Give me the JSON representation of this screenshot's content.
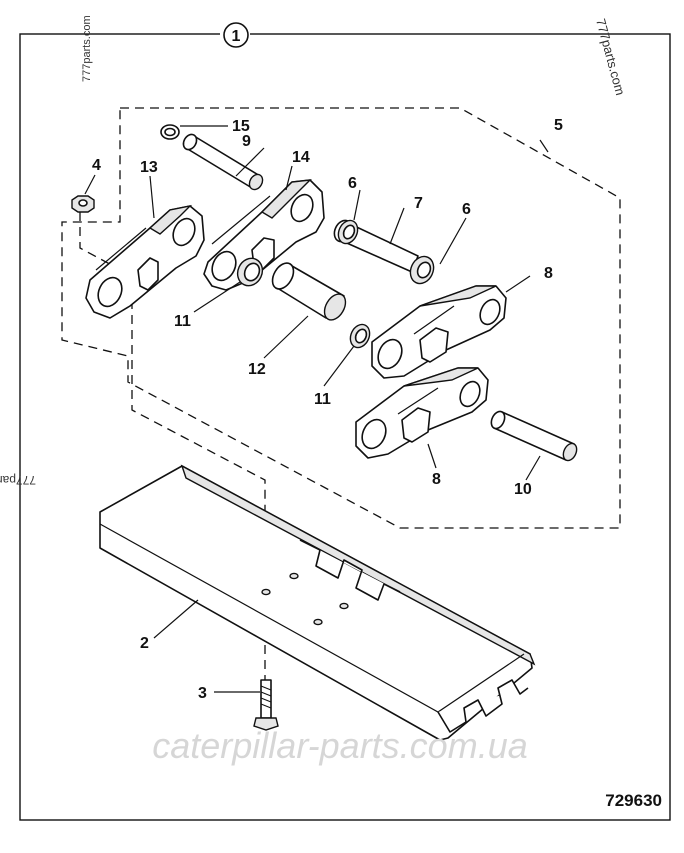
{
  "diagram": {
    "group_number": "1",
    "reference_number": "729630",
    "watermarks": {
      "top_left": "777parts.com",
      "top_right": "777parts.com",
      "left_edge": "777par",
      "bottom": "caterpillar-parts.com.ua"
    },
    "callouts": {
      "c2": "2",
      "c3": "3",
      "c4": "4",
      "c5": "5",
      "c6a": "6",
      "c6b": "6",
      "c7": "7",
      "c8a": "8",
      "c8b": "8",
      "c9": "9",
      "c10": "10",
      "c11a": "11",
      "c11b": "11",
      "c12": "12",
      "c13": "13",
      "c14": "14",
      "c15": "15"
    }
  }
}
